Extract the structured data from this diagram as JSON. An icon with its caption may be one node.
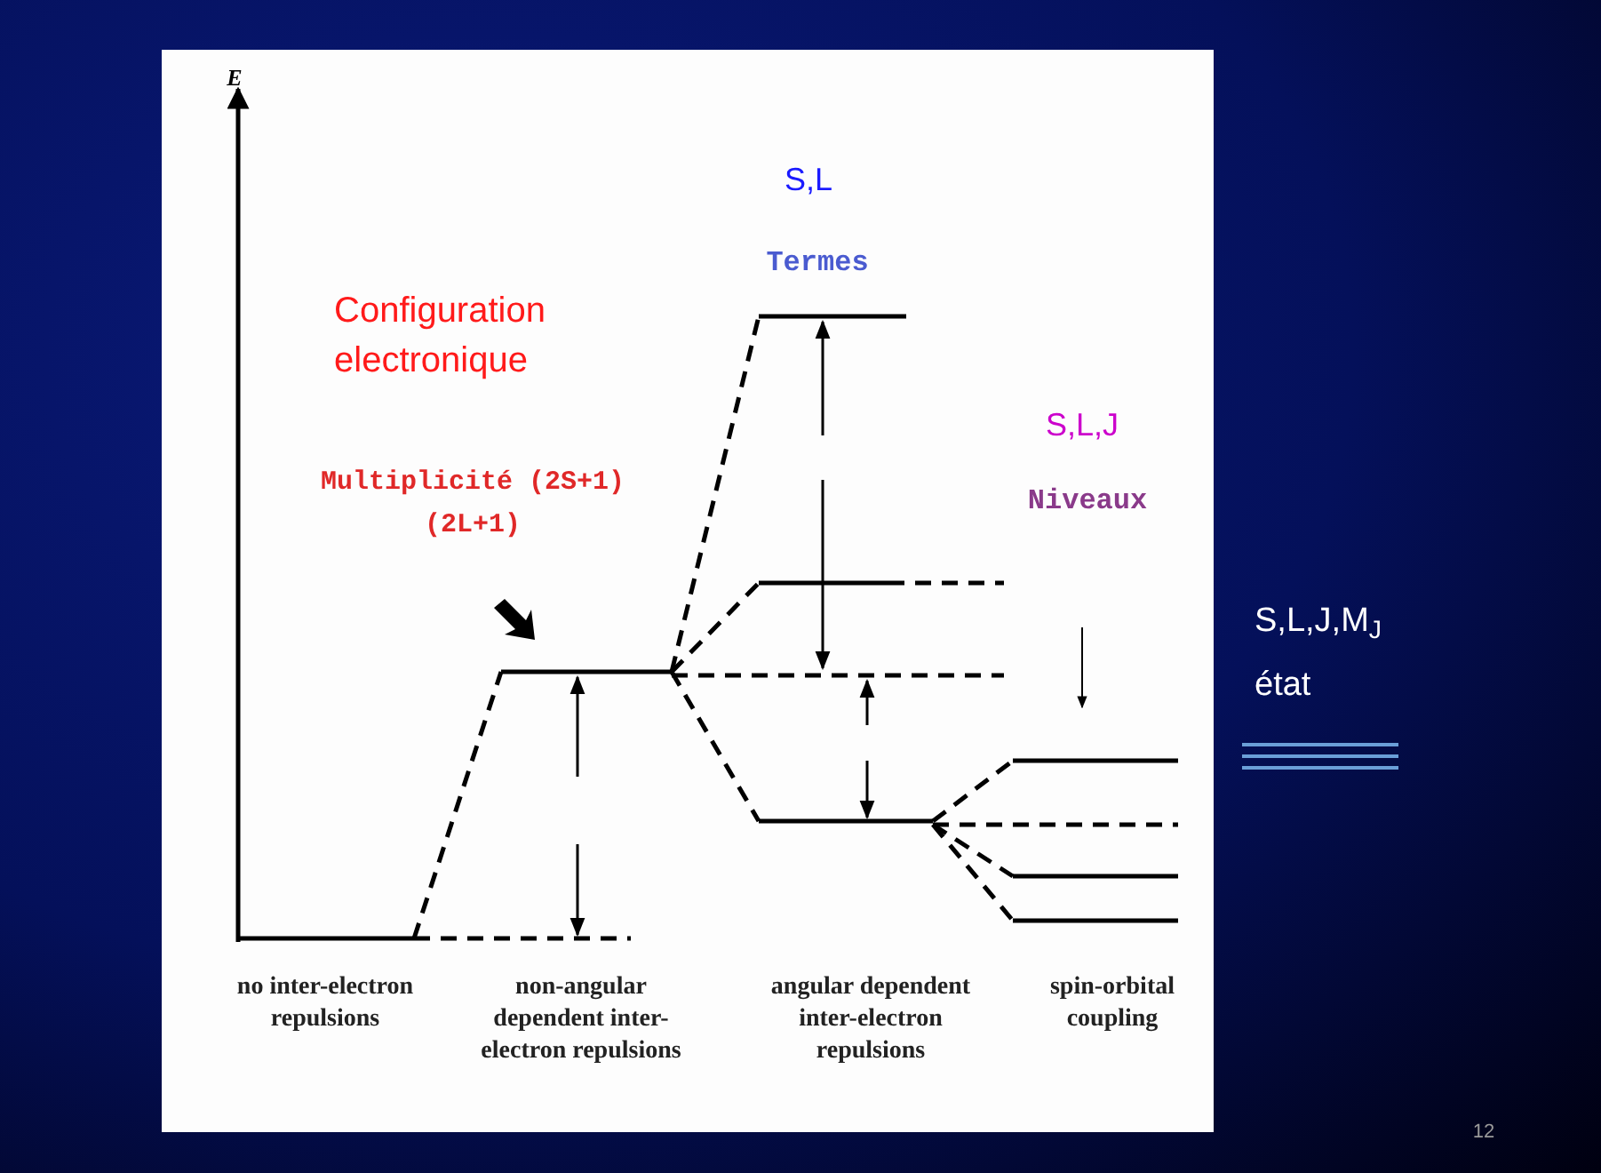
{
  "diagram": {
    "labels": [
      "E",
      "S,L",
      "Termes",
      "Configuration electronique",
      "S,L,J",
      "Multiplicité (2S+1)(2L+1)",
      "Niveaux",
      "S,L,J,M$_{J}$",
      "état",
      "no inter-electron repulsions",
      "non-angular dependent inter-electron repulsions",
      "angular dependent inter-electron repulsions",
      "spin-orbital coupling",
      "12"
    ]
  }
}
